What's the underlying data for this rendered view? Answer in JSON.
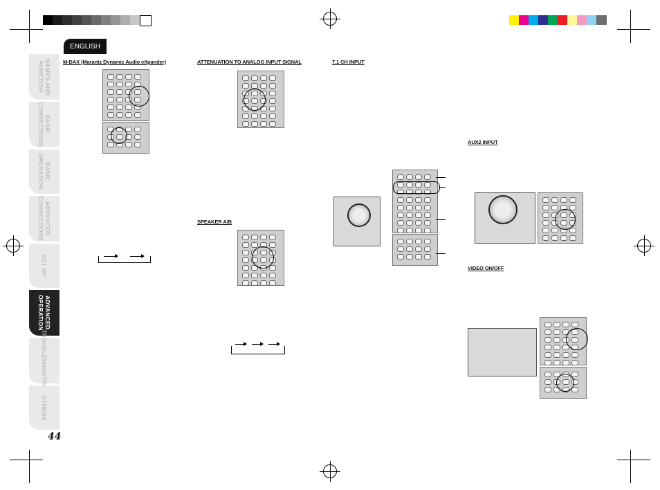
{
  "language_tab": "ENGLISH",
  "page_number": "44",
  "side_tabs": [
    {
      "label": "NAMES AND FUNCTION",
      "active": false
    },
    {
      "label": "BASIC CONNECTIONS",
      "active": false
    },
    {
      "label": "BASIC OPERATION",
      "active": false
    },
    {
      "label": "ADVANCED CONNECTIONS",
      "active": false
    },
    {
      "label": "SET UP",
      "active": false
    },
    {
      "label": "ADVANCED OPERATION",
      "active": true
    },
    {
      "label": "TROUBLESHOOTING",
      "active": false
    },
    {
      "label": "OTHERS",
      "active": false
    }
  ],
  "sections": {
    "mdax": "M-DAX (Marantz Dynamic Audio eXpander)",
    "attenuation": "ATTENUATION TO ANALOG INPUT SIGNAL",
    "speaker_ab": "SPEAKER A/B",
    "ch71": "7.1 CH INPUT",
    "aux2": "AUX2 INPUT",
    "video_onoff": "VIDEO ON/OFF"
  },
  "colors": {
    "grayscale_bar": [
      "#000000",
      "#1a1a1a",
      "#2e2e2e",
      "#404040",
      "#555555",
      "#6a6a6a",
      "#808080",
      "#969696",
      "#adadad",
      "#c6c6c6",
      "#ffffff"
    ],
    "color_bar": [
      "#fff200",
      "#ec008c",
      "#00aeef",
      "#2e3192",
      "#00a651",
      "#ed1c24",
      "#fff799",
      "#f49ac1",
      "#8fd3f4",
      "#6d6e71"
    ],
    "active_tab": "#222222",
    "inactive_tab": "#e9e9e9"
  }
}
